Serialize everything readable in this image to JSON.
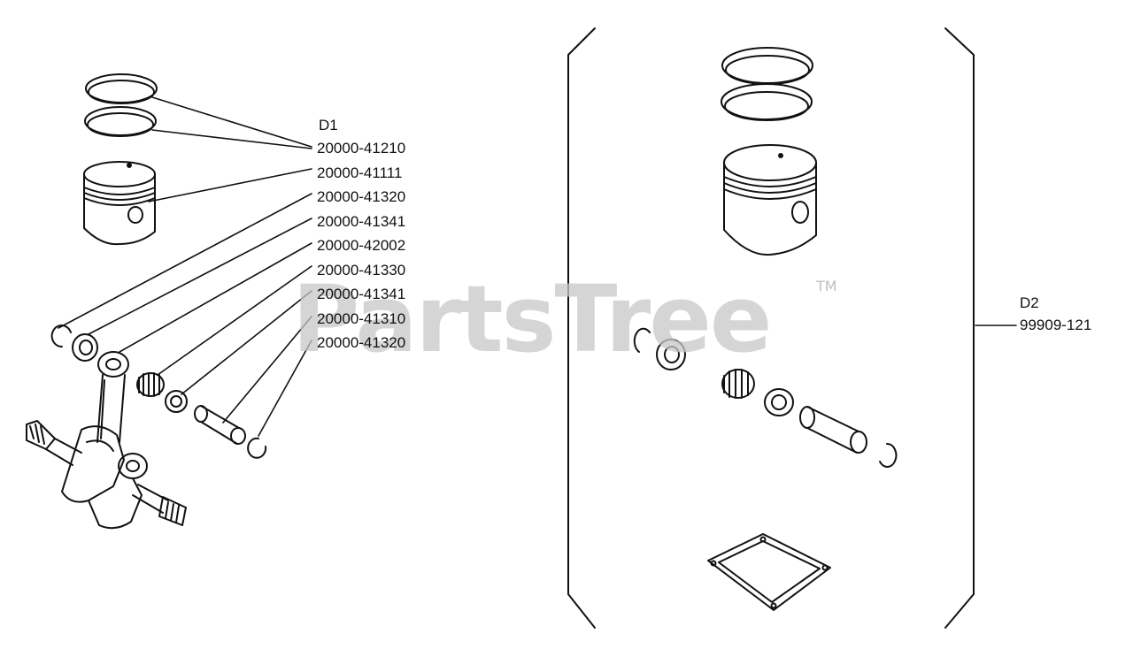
{
  "watermark": {
    "brand": "PartsTree",
    "trademark": "TM"
  },
  "groups": {
    "d1": {
      "title": "D1",
      "part_numbers": [
        "20000-41210",
        "20000-41111",
        "20000-41320",
        "20000-41341",
        "20000-42002",
        "20000-41330",
        "20000-41341",
        "20000-41310",
        "20000-41320"
      ]
    },
    "d2": {
      "title": "D2",
      "part_number": "99909-121"
    }
  },
  "icons": [
    "piston-rings-icon",
    "piston-icon",
    "circlip-icon",
    "washer-icon",
    "needle-bearing-icon",
    "piston-pin-icon",
    "connecting-rod-icon",
    "crankshaft-icon",
    "gasket-icon",
    "kit-bracket-icon"
  ],
  "colors": {
    "line": "#111111",
    "watermark": "#c8c8c8"
  }
}
